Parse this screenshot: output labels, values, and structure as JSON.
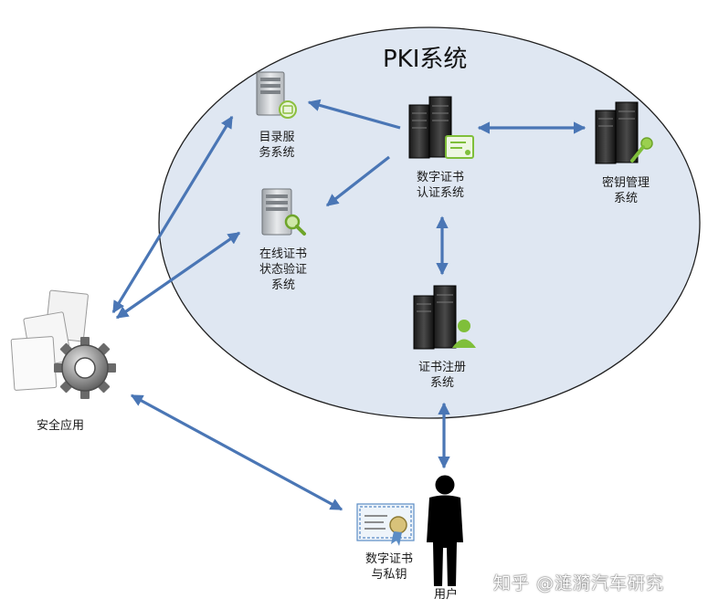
{
  "diagram": {
    "title": "PKI系统",
    "nodes": {
      "directory": {
        "line1": "目录服",
        "line2": "务系统",
        "icon": "server-address-book-icon"
      },
      "ocsp": {
        "line1": "在线证书",
        "line2": "状态验证",
        "line3": "系统",
        "icon": "server-magnifier-icon"
      },
      "ca": {
        "line1": "数字证书",
        "line2": "认证系统",
        "icon": "server-certificate-icon"
      },
      "kms": {
        "line1": "密钥管理",
        "line2": "系统",
        "icon": "server-key-icon"
      },
      "ra": {
        "line1": "证书注册",
        "line2": "系统",
        "icon": "server-user-icon"
      },
      "app": {
        "label": "安全应用",
        "icon": "documents-gear-icon"
      },
      "cert": {
        "line1": "数字证书",
        "line2": "与私钥",
        "icon": "certificate-icon"
      },
      "user": {
        "label": "用户",
        "icon": "person-icon"
      }
    },
    "colors": {
      "ellipse_fill": "#dfe7f2",
      "ellipse_stroke": "#1f1f1f",
      "arrow": "#4a76b5"
    }
  },
  "watermark": "知乎 @涟漪汽车研究"
}
